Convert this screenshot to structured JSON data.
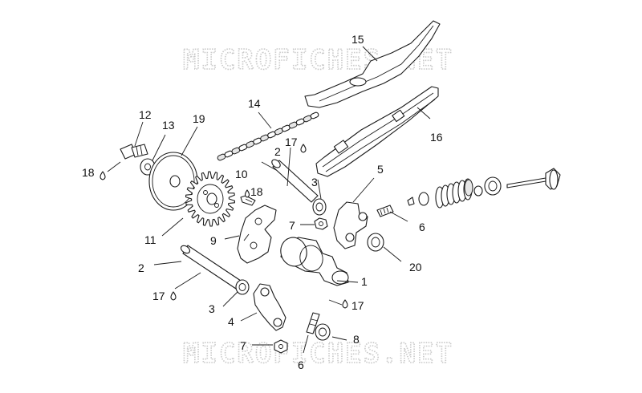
{
  "watermarks": [
    "MICROFICHES.NET",
    "MICROFICHES.NET"
  ],
  "labels": {
    "l15": "15",
    "l14": "14",
    "l16": "16",
    "l12": "12",
    "l13": "13",
    "l19": "19",
    "l18a": "18",
    "l18b": "18",
    "l17a": "17",
    "l17b": "17",
    "l17c": "17",
    "l2a": "2",
    "l2b": "2",
    "l10": "10",
    "l3a": "3",
    "l3b": "3",
    "l5": "5",
    "l6a": "6",
    "l6b": "6",
    "l7a": "7",
    "l7b": "7",
    "l11": "11",
    "l9": "9",
    "l20": "20",
    "l1": "1",
    "l4": "4",
    "l8": "8"
  }
}
